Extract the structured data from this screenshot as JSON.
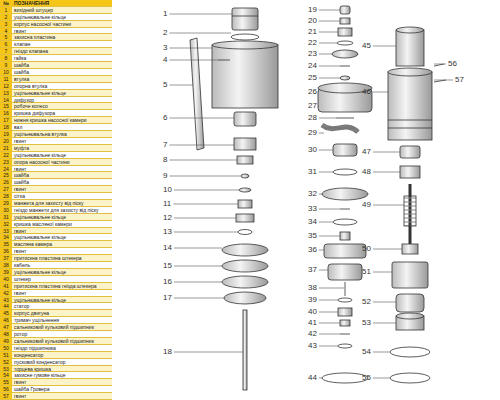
{
  "diagram": {
    "labels": [
      "№",
      "ПОЗНАЧЕННЯ",
      "1",
      "вихідний штуцер",
      "2",
      "ущільнювальне кільце",
      "3",
      "корпус насосної частини",
      "4",
      "гвинт",
      "5",
      "захисна пластина",
      "6",
      "клапан",
      "7",
      "гніздо клапана",
      "8",
      "гайка",
      "9",
      "шайба",
      "10",
      "шайба",
      "11",
      "втулка",
      "12",
      "опорна втулка",
      "13",
      "ущільнювальне кільце",
      "14",
      "дифузор",
      "15",
      "робоче колесо",
      "16",
      "кришка дифузора",
      "17",
      "нижня кришка насосної камери",
      "18",
      "вал",
      "19",
      "ущільнювальна втулка",
      "20",
      "гвинт",
      "21",
      "муфта",
      "22",
      "ущільнювальне кільце",
      "23",
      "опора насосної частини",
      "24",
      "гвинт",
      "25",
      "шайба",
      "26",
      "шайба",
      "27",
      "гвинт",
      "28",
      "сітка",
      "29",
      "манжета для захисту від піску",
      "30",
      "гніздо манжети для захисту від піску",
      "31",
      "ущільнювальне кільце",
      "32",
      "кришка масляної камери",
      "33",
      "гвинт",
      "34",
      "ущільнювальне кільце",
      "35",
      "масляна камера",
      "36",
      "гвинт",
      "37",
      "притискна пластина штекера",
      "38",
      "кабель",
      "39",
      "ущільнювальне кільце",
      "40",
      "штекер",
      "41",
      "притискна пластина гнізда штекера",
      "42",
      "гвинт",
      "43",
      "ущільнювальне кільце",
      "44",
      "статор",
      "45",
      "корпус двигуна",
      "46",
      "тримач ущільнення",
      "47",
      "сальниковий кульковий підшипник",
      "48",
      "ротор",
      "49",
      "сальниковий кульковий підшипник",
      "50",
      "гніздо підшипника",
      "51",
      "конденсатор",
      "52",
      "пусковий конденсатор",
      "53",
      "торцева кришка",
      "54",
      "захисне гумове кільце",
      "55",
      "гвинт",
      "56",
      "шайба Гровера",
      "57",
      "гвинт",
      "1",
      "2",
      "3",
      "4",
      "5",
      "6",
      "7",
      "8",
      "9",
      "10",
      "11",
      "12",
      "13",
      "14",
      "15",
      "16",
      "17",
      "18",
      "19",
      "20",
      "21",
      "22",
      "23",
      "24",
      "25",
      "26",
      "27",
      "28",
      "29",
      "30",
      "31",
      "32",
      "33",
      "34",
      "35",
      "36",
      "37",
      "38",
      "39",
      "40",
      "41",
      "42",
      "43",
      "44",
      "45",
      "46",
      "47",
      "48",
      "49",
      "50",
      "51",
      "52",
      "53",
      "54",
      "55",
      "56",
      "57"
    ]
  }
}
